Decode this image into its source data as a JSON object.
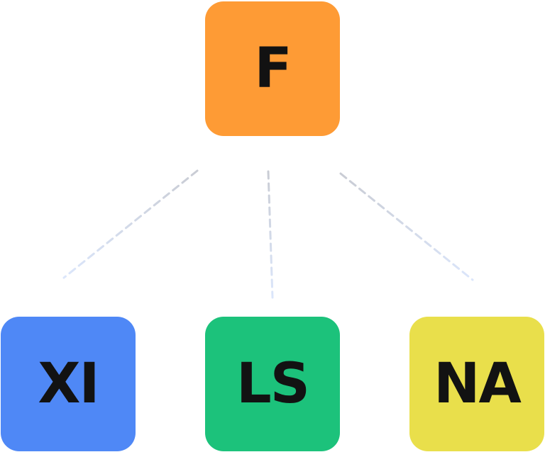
{
  "root": {
    "label": "F",
    "color": "#fe9b35"
  },
  "children": [
    {
      "label": "XI",
      "color": "#4f88f6"
    },
    {
      "label": "LS",
      "color": "#1cc27b"
    },
    {
      "label": "NA",
      "color": "#e9df4b"
    }
  ],
  "connector_color": "#c6d3ea"
}
